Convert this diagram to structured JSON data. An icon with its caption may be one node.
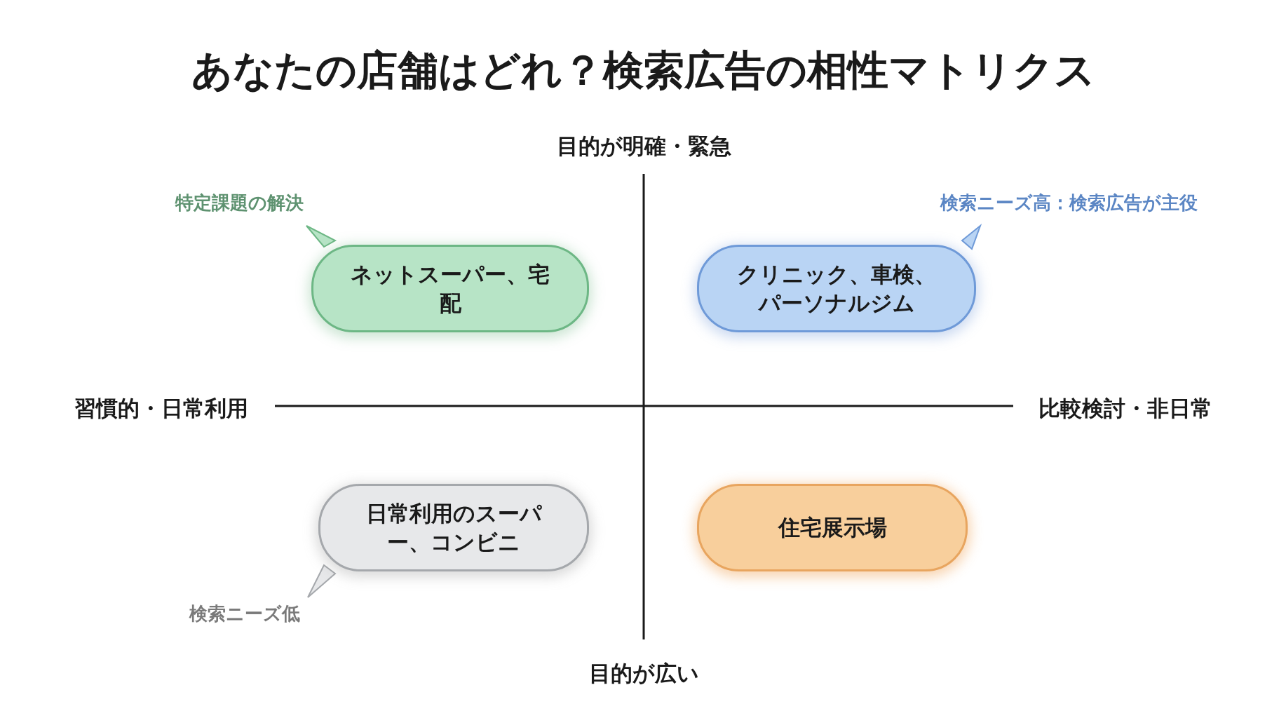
{
  "diagram": {
    "title": "あなたの店舗はどれ？検索広告の相性マトリクス",
    "nodes": [
      {
        "text": [
          "ネットスーパー、宅配"
        ],
        "beside": [
          "特定課題の解決"
        ]
      },
      {
        "text": [
          "クリニック、車検、パーソナルジム"
        ],
        "beside": [
          "検索ニーズ高：検索広告が主役"
        ]
      },
      {
        "text": [
          "日常利用のスーパー、コンビニ"
        ],
        "beside": [
          "検索ニーズ低"
        ]
      },
      {
        "text": [
          "住宅展示場"
        ]
      }
    ],
    "labels": [
      "目的が明確・緊急",
      "習慣的・日常利用",
      "比較検討・非日常",
      "目的が広い"
    ]
  }
}
